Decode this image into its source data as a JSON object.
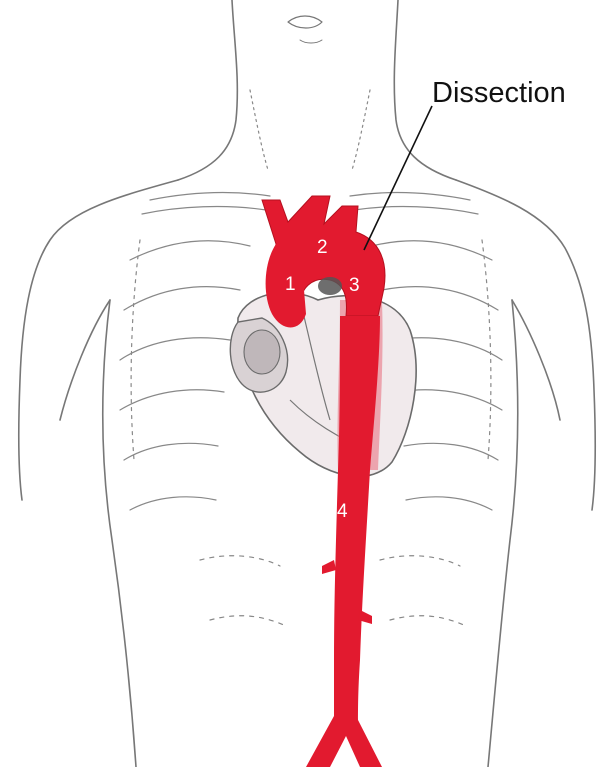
{
  "illustration": {
    "subject": "torso-aorta-anatomy",
    "callout_label": "Dissection",
    "segment_labels": [
      "1",
      "2",
      "3",
      "4"
    ]
  },
  "colors": {
    "aorta": "#e21a2f",
    "aorta_translucent": "#e86a7c",
    "sketch_line": "#666666",
    "callout_text": "#111111"
  }
}
